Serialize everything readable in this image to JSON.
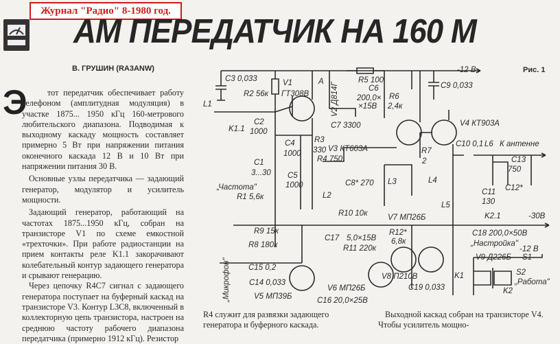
{
  "badge": "Журнал \"Радио\" 8-1980 год.",
  "title": "АМ ПЕРЕДАТЧИК НА 160 М",
  "author": "В. ГРУШИН (RA3ANW)",
  "dropcap": "Э",
  "paragraphs": [
    "тот передатчик обеспечивает работу телефоном (амплитудная модуляция) в участке 1875... 1950 кГц 160-метрового любительского диапазона. Подводимая к выходному каскаду мощность составляет примерно 5 Вт при напряжении питания оконечного каскада 12 В и 10 Вт при напряжении питания 30 В.",
    "Основные узлы передатчика — задающий генератор, модулятор и усилитель мощности.",
    "Задающий генератор, работающий на частотах 1875...1950 кГц, собран на транзисторе V1 по схеме емкостной «трехточки». При работе радиостанции на прием контакты реле K1.1 закорачивают колебательный контур задающего генератора и срывают генерацию.",
    "Через цепочку R4C7 сигнал с задающего генератора поступает на буферный каскад на транзисторе V3. Контур L3C8, включенный в коллекторную цепь транзистора, настроен на среднюю частоту рабочего диапазона передатчика (примерно 1912 кГц). Резистор"
  ],
  "caption_mid": "R4 служит для развязки задающего генератора и буферного каскада.",
  "caption_right": "Выходной каскад собран на транзисторе V4. Чтобы усилитель мощно-",
  "schematic": {
    "labels": [
      "C3 0,033",
      "R2 56к",
      "V1",
      "ГТ308В",
      "A",
      "V2 Д814Г",
      "R5 100",
      "C6",
      "200,0×",
      "×15В",
      "L1",
      "C2",
      "1000",
      "K1.1",
      "C4",
      "1000",
      "R3",
      "330",
      "C1",
      "3...30",
      "V3 КТ603А",
      "R4 750",
      "C7 3300",
      "„Частота\"",
      "R1 5,6к",
      "C5",
      "1000",
      "L2",
      "C8* 270",
      "L3",
      "R6",
      "2,4к",
      "-12 В",
      "Рис. 1",
      "C9 0,033",
      "V4 КТ903А",
      "C10 0,1",
      "L6",
      "К антенне",
      "R7",
      "2",
      "L4",
      "C13",
      "750",
      "C11",
      "130",
      "C12*",
      "L5",
      "R10 10к",
      "V7 МП26Б",
      "R9 15к",
      "R8 180к",
      "C17",
      "5,0×15В",
      "R11 220к",
      "R12*",
      "6,8к",
      "K2.1",
      "-30В",
      "C18 200,0×50В",
      "„Настройка\"",
      "-12 В",
      "V9 Д226Б",
      "S1",
      "S2",
      "„Работа\"",
      "K2",
      "C15 0,2",
      "C14 0,033",
      "V5 МП39Б",
      "V6 МП26Б",
      "C16 20,0×25В",
      "V8 П210В",
      "K1",
      "C19 0,033",
      "„Микрофон\""
    ]
  }
}
